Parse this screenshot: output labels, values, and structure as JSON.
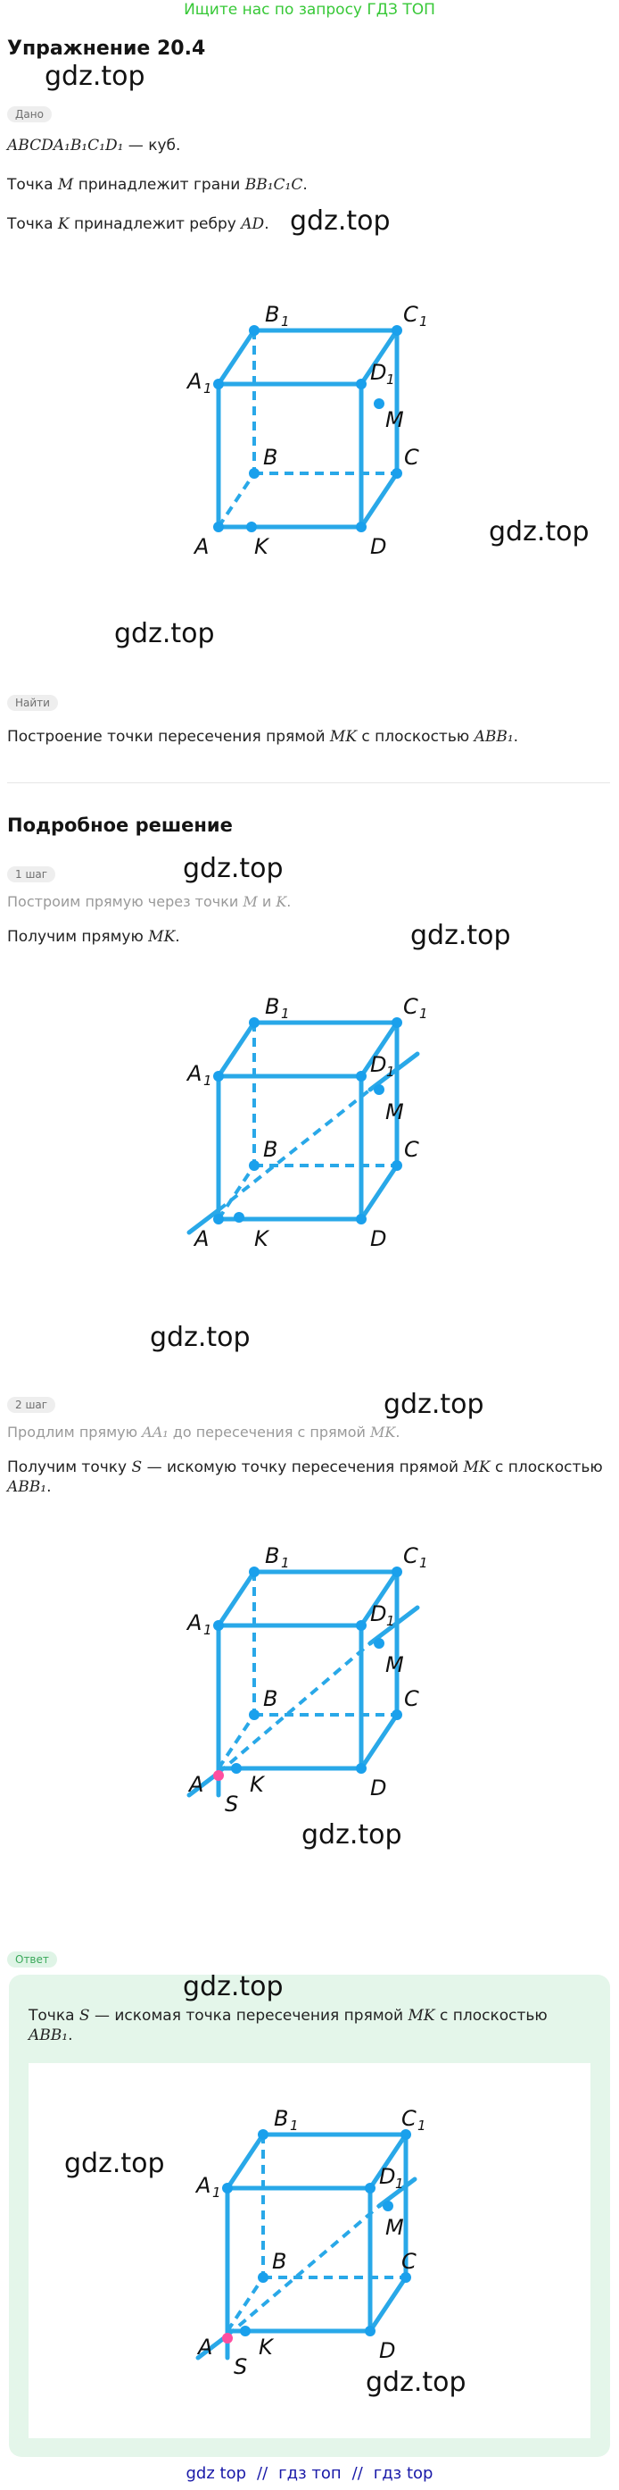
{
  "banner": "Ищите нас по запросу ГДЗ ТОП",
  "title": "Упражнение 20.4",
  "watermark": "gdz.top",
  "given": {
    "label": "Дано",
    "line1_math": "ABCDA₁B₁C₁D₁",
    "line1_text": " — куб.",
    "line2_a": "Точка ",
    "line2_m": "M",
    "line2_b": " принадлежит грани ",
    "line2_face": "BB₁C₁C",
    "line2_end": ".",
    "line3_a": "Точка ",
    "line3_k": "K",
    "line3_b": " принадлежит ребру ",
    "line3_edge": "AD",
    "line3_end": "."
  },
  "find": {
    "label": "Найти",
    "text_a": "Построение точки пересечения прямой ",
    "text_mk": "MK",
    "text_b": " с плоскостью ",
    "text_plane": "ABB₁",
    "text_end": "."
  },
  "solution": {
    "heading": "Подробное решение",
    "step1": {
      "label": "1 шаг",
      "hint_a": "Построим прямую через точки ",
      "hint_m": "M",
      "hint_and": " и ",
      "hint_k": "K",
      "hint_end": ".",
      "text_a": "Получим прямую ",
      "text_mk": "MK",
      "text_end": "."
    },
    "step2": {
      "label": "2 шаг",
      "hint_a": "Продлим прямую ",
      "hint_aa1": "AA₁",
      "hint_b": " до пересечения с прямой ",
      "hint_mk": "MK",
      "hint_end": ".",
      "text_a": "Получим точку ",
      "text_s": "S",
      "text_b": " — искомую точку пересечения прямой ",
      "text_mk": "MK",
      "text_c": " с плоскостью",
      "text_plane": "ABB₁",
      "text_end": "."
    }
  },
  "answer": {
    "label": "Ответ",
    "text_a": "Точка ",
    "text_s": "S",
    "text_b": " — искомая точка пересечения прямой ",
    "text_mk": "MK",
    "text_c": " с плоскостью",
    "text_plane": "ABB₁",
    "text_end": "."
  },
  "figure_labels": {
    "A": "A",
    "B": "B",
    "C": "C",
    "D": "D",
    "A1": "A",
    "B1": "B",
    "C1": "C",
    "D1": "D",
    "sub1": "1",
    "M": "M",
    "K": "K",
    "S": "S"
  },
  "footer": {
    "links": [
      "gdz top",
      "гдз топ",
      "гдз top"
    ],
    "separator": "//"
  },
  "colors": {
    "banner": "#37c837",
    "cube_line": "#29a8e8",
    "point_blue": "#1aa0ec",
    "point_pink": "#ff4fa0",
    "answer_bg": "#e4f6ea",
    "footer_link": "#1a1aa8"
  }
}
